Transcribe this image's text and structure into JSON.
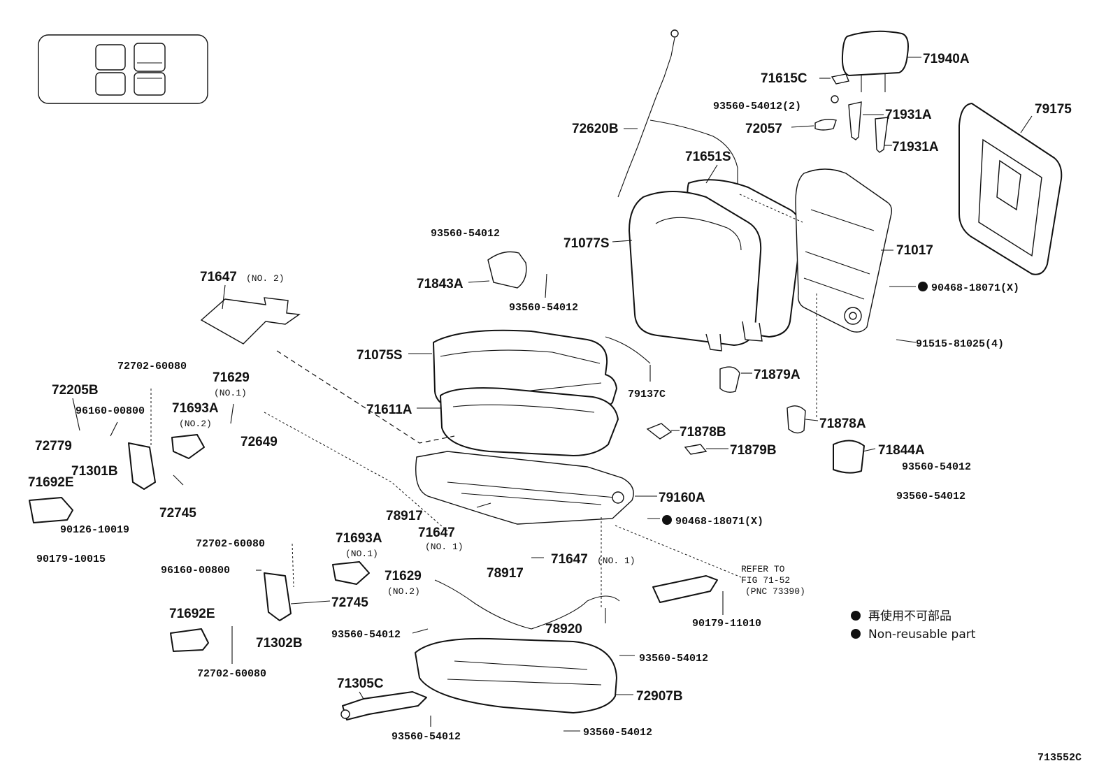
{
  "diagram": {
    "figure_number": "713552C",
    "legend": {
      "jp": "再使用不可部品",
      "en": "Non-reusable part"
    },
    "refer_to": {
      "line1": "REFER TO",
      "line2": "FIG 71-52",
      "line3": "(PNC 73390)"
    },
    "parts": {
      "p71940A": "71940A",
      "p71615C": "71615C",
      "p93560_2": "93560-54012(2)",
      "p71931A_1": "71931A",
      "p71931A_2": "71931A",
      "p72057": "72057",
      "p72620B": "72620B",
      "p79175": "79175",
      "p71651S": "71651S",
      "p71077S": "71077S",
      "p71017": "71017",
      "p90468_a": "90468-18071(X)",
      "p91515": "91515-81025(4)",
      "p93560_a": "93560-54012",
      "p71843A": "71843A",
      "p93560_b": "93560-54012",
      "p71647_no2_num": "71647",
      "p71647_no2_tag": "(NO. 2)",
      "p71075S": "71075S",
      "p79137C": "79137C",
      "p71879A": "71879A",
      "p71878A": "71878A",
      "p71611A": "71611A",
      "p71878B": "71878B",
      "p71879B": "71879B",
      "p71844A": "71844A",
      "p93560_c": "93560-54012",
      "p93560_d": "93560-54012",
      "p72702_a": "72702-60080",
      "p71629_no1_num": "71629",
      "p71629_no1_tag": "(NO.1)",
      "p72205B": "72205B",
      "p96160_a": "96160-00800",
      "p71693A_no2_num": "71693A",
      "p71693A_no2_tag": "(NO.2)",
      "p72779": "72779",
      "p72649": "72649",
      "p71301B": "71301B",
      "p71692E_a": "71692E",
      "p72745_a": "72745",
      "p90126": "90126-10019",
      "p90179_a": "90179-10015",
      "p79160A": "79160A",
      "p78917_a": "78917",
      "p71647_no1a_num": "71647",
      "p71647_no1a_tag": "(NO. 1)",
      "p90468_b": "90468-18071(X)",
      "p72702_b": "72702-60080",
      "p71693A_no1_num": "71693A",
      "p71693A_no1_tag": "(NO.1)",
      "p96160_b": "96160-00800",
      "p71629_no2_num": "71629",
      "p71629_no2_tag": "(NO.2)",
      "p78917_b": "78917",
      "p71647_no1b_num": "71647",
      "p71647_no1b_tag": "(NO. 1)",
      "p72745_b": "72745",
      "p71692E_b": "71692E",
      "p71302B": "71302B",
      "p72702_c": "72702-60080",
      "p78920": "78920",
      "p90179_b": "90179-11010",
      "p93560_e": "93560-54012",
      "p93560_f": "93560-54012",
      "p71305C": "71305C",
      "p72907B": "72907B",
      "p93560_g": "93560-54012",
      "p93560_h": "93560-54012"
    }
  }
}
